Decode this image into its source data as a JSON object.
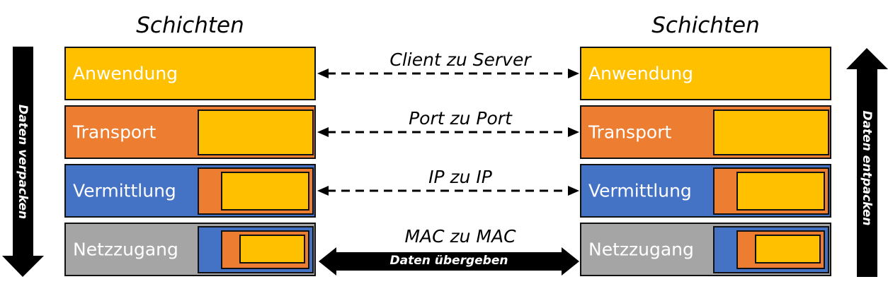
{
  "left_stack": {
    "title": "Schichten",
    "layers": [
      "Anwendung",
      "Transport",
      "Vermittlung",
      "Netzzugang"
    ]
  },
  "right_stack": {
    "title": "Schichten",
    "layers": [
      "Anwendung",
      "Transport",
      "Vermittlung",
      "Netzzugang"
    ]
  },
  "connections": [
    "Client zu Server",
    "Port zu Port",
    "IP zu IP",
    "MAC zu MAC"
  ],
  "physical_transfer_label": "Daten übergeben",
  "left_arrow_label": "Daten verpacken",
  "right_arrow_label": "Daten entpacken",
  "colors": {
    "application": "#FFC000",
    "transport": "#ED7D31",
    "network": "#4472C4",
    "link": "#A5A5A5"
  }
}
